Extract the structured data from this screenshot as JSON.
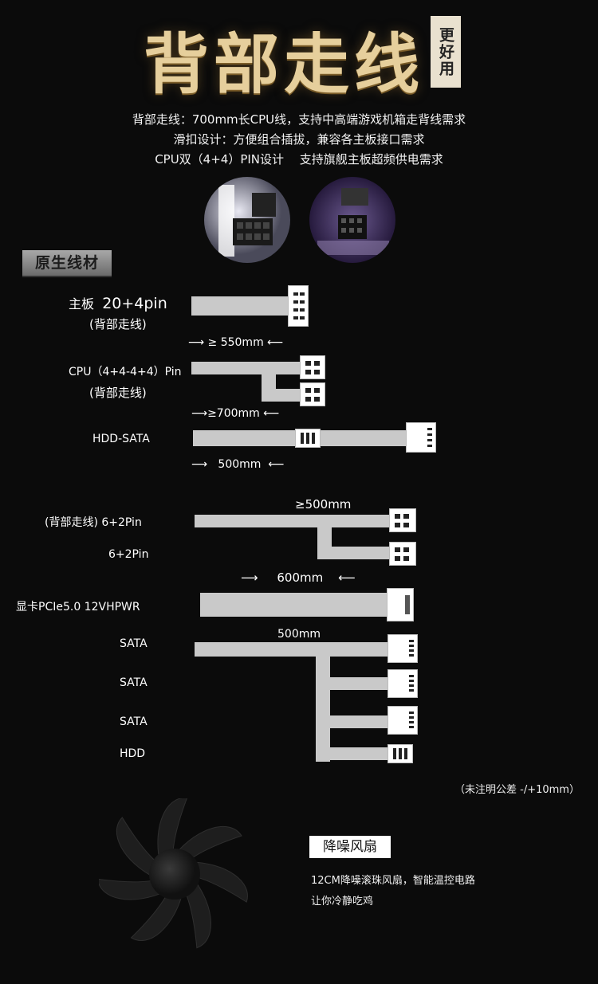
{
  "header": {
    "title": "背部走线",
    "stamp": "更好用"
  },
  "intro": [
    "背部走线：700mm长CPU线，支持中高端游戏机箱走背线需求",
    "滑扣设计：方便组合插拔，兼容各主板接口需求",
    "CPU双（4+4）PIN设计　 支持旗舰主板超频供电需求"
  ],
  "section_badge": "原生线材",
  "cables": {
    "mainboard": {
      "label": "主板",
      "pins": "20+4pin",
      "sub": "(背部走线)",
      "length": "≥ 550mm"
    },
    "cpu": {
      "label": "CPU（4+4-4+4）Pin",
      "sub": "(背部走线)",
      "length": "≥700mm"
    },
    "hdd_sata": {
      "label": "HDD-SATA",
      "length": "500mm"
    },
    "pcie": {
      "label1": "(背部走线) 6+2Pin",
      "label2": "6+2Pin",
      "length_top": "≥500mm",
      "length": "600mm"
    },
    "gpu": {
      "label": "显卡PCIe5.0 12VHPWR"
    },
    "sata_chain": {
      "length": "500mm",
      "labels": [
        "SATA",
        "SATA",
        "SATA",
        "HDD"
      ]
    }
  },
  "tolerance_note": "（未注明公差 -/+10mm）",
  "fan": {
    "title": "降噪风扇",
    "line1": "12CM降噪滚珠风扇，智能温控电路",
    "line2": "让你冷静吃鸡"
  }
}
